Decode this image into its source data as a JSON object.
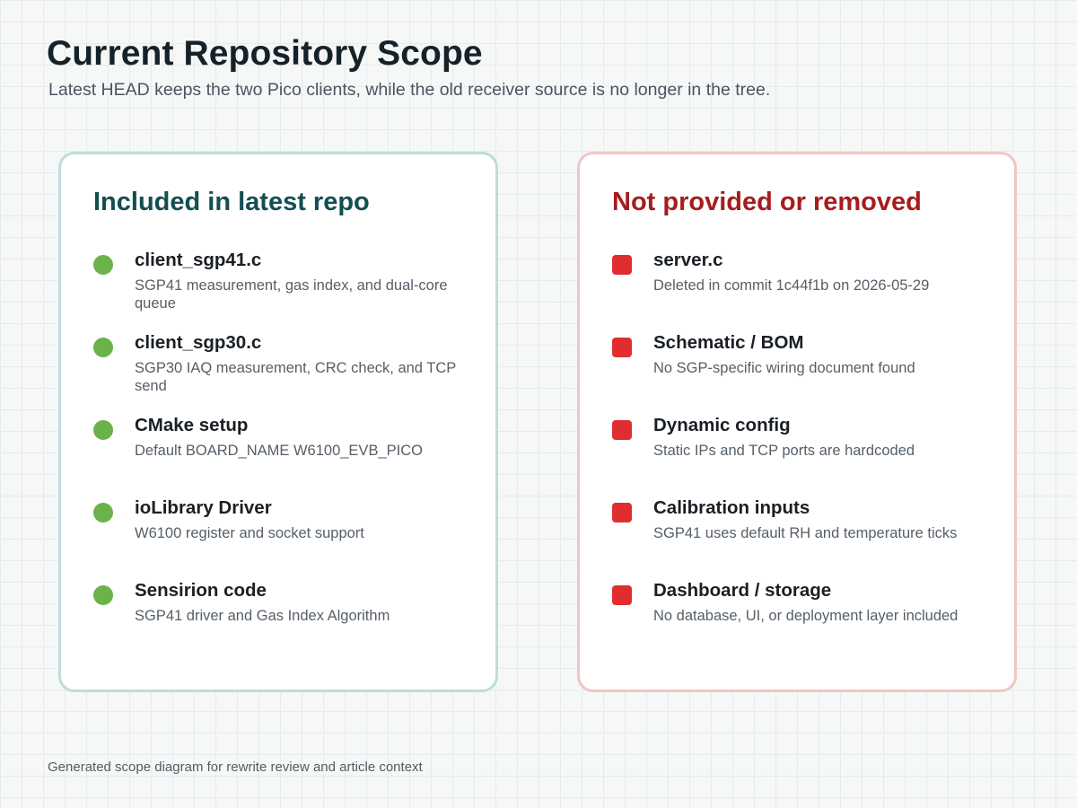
{
  "header": {
    "title": "Current Repository Scope",
    "subtitle": "Latest HEAD keeps the two Pico clients, while the old receiver source is no longer in the tree."
  },
  "included": {
    "heading": "Included in latest repo",
    "accent_color": "#134e52",
    "marker_color": "#6bb24a",
    "marker_shape": "circle",
    "items": [
      {
        "title": "client_sgp41.c",
        "desc": "SGP41 measurement, gas index, and dual-core queue"
      },
      {
        "title": "client_sgp30.c",
        "desc": "SGP30 IAQ measurement, CRC check, and TCP send"
      },
      {
        "title": "CMake setup",
        "desc": "Default BOARD_NAME W6100_EVB_PICO"
      },
      {
        "title": "ioLibrary Driver",
        "desc": "W6100 register and socket support"
      },
      {
        "title": "Sensirion code",
        "desc": "SGP41 driver and Gas Index Algorithm"
      }
    ]
  },
  "excluded": {
    "heading": "Not provided or removed",
    "accent_color": "#a51d1e",
    "marker_color": "#e02e30",
    "marker_shape": "square",
    "items": [
      {
        "title": "server.c",
        "desc": "Deleted in commit 1c44f1b on 2026-05-29"
      },
      {
        "title": "Schematic / BOM",
        "desc": "No SGP-specific wiring document found"
      },
      {
        "title": "Dynamic config",
        "desc": "Static IPs and TCP ports are hardcoded"
      },
      {
        "title": "Calibration inputs",
        "desc": "SGP41 uses default RH and temperature ticks"
      },
      {
        "title": "Dashboard / storage",
        "desc": "No database, UI, or deployment layer included"
      }
    ]
  },
  "footer": {
    "text": "Generated scope diagram for rewrite review and article context"
  }
}
